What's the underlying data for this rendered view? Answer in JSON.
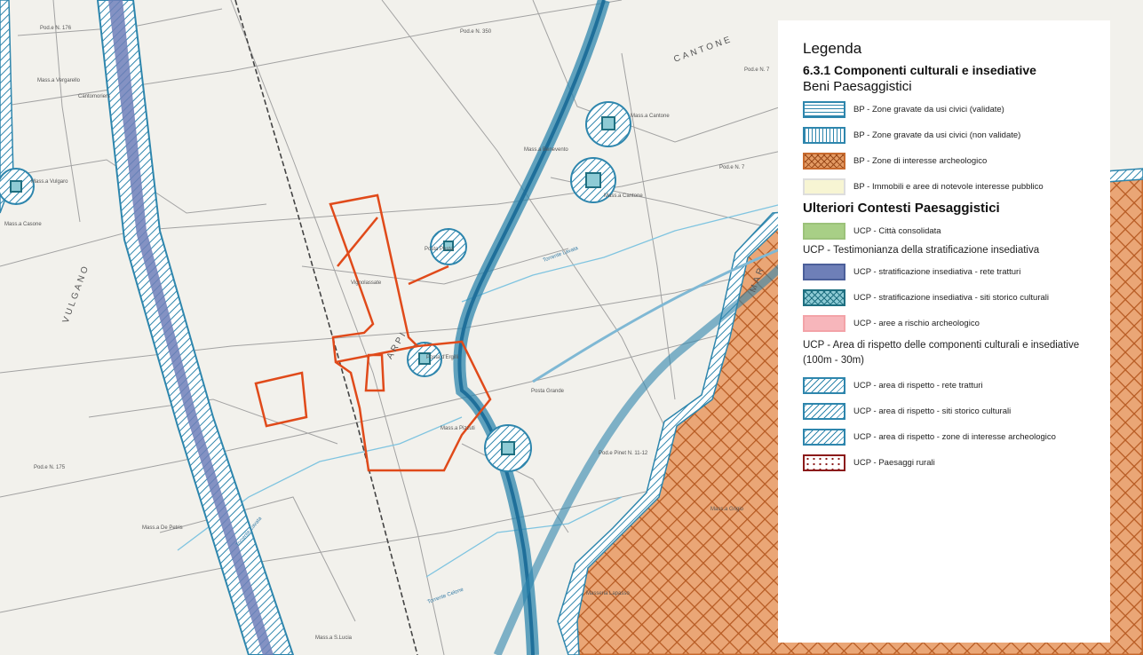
{
  "map": {
    "labels": {
      "masserie_1": "Pod.e N. 176",
      "masserie_2": "Mass.a Vergarello",
      "masserie_3": "Cantomoriers",
      "masserie_4": "Mass.a Vulgaro",
      "masserie_5": "Mass.a Casone",
      "place_vulgano": "VULGANO",
      "masserie_7": "Pod.e N. 350",
      "place_cantone": "CANTONE",
      "masserie_8": "Mass.a Cantone",
      "masserie_9": "Mass.a Benevento",
      "masserie_10": "Mass.a Cantone",
      "masserie_11": "Posta Posta",
      "masserie_12": "Vignolassate",
      "place_arpi": "ARPI",
      "masserie_14": "Posta Grande",
      "masserie_15": "Mass.a Pizzuti",
      "masserie_16": "Pod.e N. 175",
      "masserie_17": "Pod.e Pinet N. 11-12",
      "masserie_18": "Mass.a De Petris",
      "masserie_19": "Mass.a S.Lucia",
      "masserie_20": "Mass.a Grigio",
      "masserie_21": "Masseria Lapasso",
      "masserie_22": "Pod.e N. 7",
      "masserie_23": "Pod.e N. 7",
      "place_mar": "MAR",
      "stream_1": "Torrente Lavata",
      "stream_2": "Torrente Lavata",
      "stream_3": "Torrente Celone",
      "masserie_24": "Posta d'Ergilli"
    }
  },
  "legend": {
    "title": "Legenda",
    "section": "6.3.1 Componenti culturali e insediative",
    "group_bp": "Beni Paesaggistici",
    "bp_items": [
      {
        "label": "BP - Zone gravate da usi civici (validate)"
      },
      {
        "label": "BP - Zone gravate da usi civici (non validate)"
      },
      {
        "label": "BP - Zone di interesse archeologico"
      },
      {
        "label": "BP - Immobili e aree di notevole interesse pubblico"
      }
    ],
    "group_ucp": "Ulteriori Contesti Paesaggistici",
    "ucp_city": "UCP - Città consolidata",
    "ucp_strat_title": "UCP - Testimonianza della stratificazione insediativa",
    "ucp_strat_items": [
      {
        "label": "UCP - stratificazione insediativa - rete tratturi"
      },
      {
        "label": "UCP - stratificazione insediativa - siti storico culturali"
      },
      {
        "label": "UCP - aree a rischio archeologico"
      }
    ],
    "ucp_resp_title": "UCP - Area di rispetto delle componenti culturali e insediative (100m - 30m)",
    "ucp_resp_items": [
      {
        "label": "UCP - area di rispetto - rete tratturi"
      },
      {
        "label": "UCP - area di rispetto - siti storico culturali"
      },
      {
        "label": "UCP - area di rispetto - zone di interesse archeologico"
      },
      {
        "label": "UCP - Paesaggi rurali"
      }
    ]
  },
  "colors": {
    "tratturo": "#2e86ad",
    "archeo": "#e39a63",
    "project": "#e04a1a"
  }
}
